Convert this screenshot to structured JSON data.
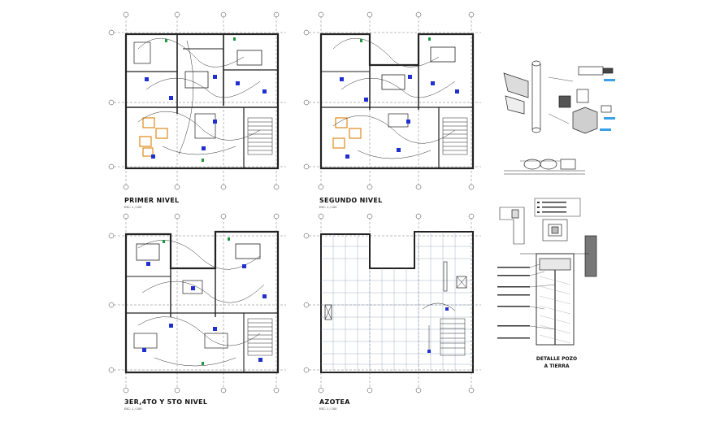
{
  "plans": [
    {
      "name": "PRIMER NIVEL",
      "scale": "ESC: 1 / 100"
    },
    {
      "name": "SEGUNDO NIVEL",
      "scale": "ESC: 1 / 100"
    },
    {
      "name": "3ER,4TO Y 5TO NIVEL",
      "scale": "ESC: 1 / 100"
    },
    {
      "name": "AZOTEA",
      "scale": "ESC: 1 / 100"
    }
  ],
  "detail": {
    "title_line1": "DETALLE POZO",
    "title_line2": "A TIERRA"
  },
  "colors": {
    "line": "#222222",
    "accent_blue": "#2030d0",
    "accent_orange": "#e08a1a",
    "accent_green": "#1a9a3a",
    "grid": "#8fa2b8"
  }
}
